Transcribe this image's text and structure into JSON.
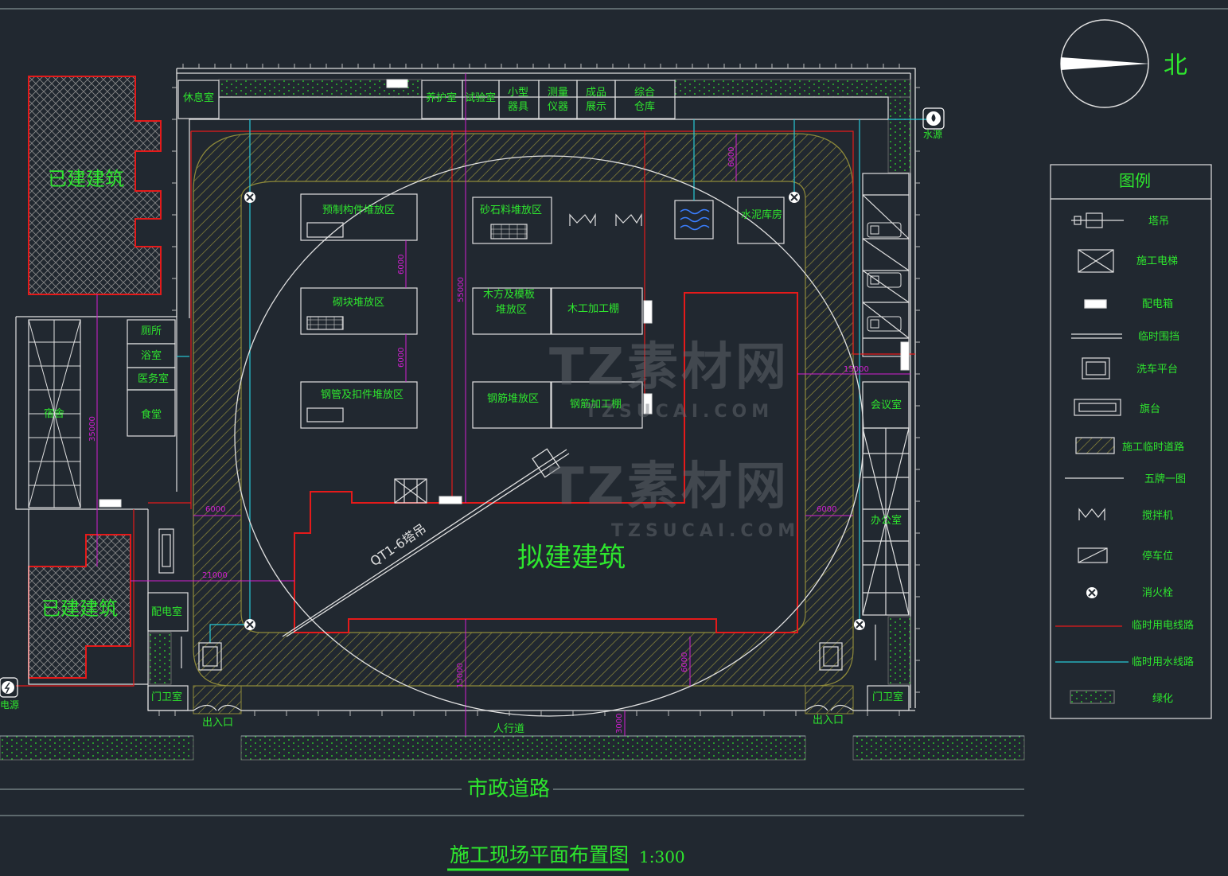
{
  "compass": {
    "north": "北"
  },
  "water_source": "水源",
  "power_source": "电源",
  "rooms": {
    "rest": "休息室",
    "curing": "养护室",
    "test": "试验室",
    "small_tools": [
      "小型",
      "器具"
    ],
    "survey": [
      "测量",
      "仪器"
    ],
    "products": [
      "成品",
      "展示"
    ],
    "warehouse": [
      "综合",
      "仓库"
    ],
    "toilet": "厕所",
    "bath": "浴室",
    "clinic": "医务室",
    "canteen": "食堂",
    "dorm": "宿舍",
    "power_room": "配电室",
    "guard_left": "门卫室",
    "guard_right": "门卫室",
    "meeting": "会议室",
    "office": "办公室"
  },
  "zones": {
    "precast": "预制构件堆放区",
    "aggregate": "砂石料堆放区",
    "cement": "水泥库房",
    "block": "砌块堆放区",
    "timber": [
      "木方及模板",
      "堆放区"
    ],
    "carpentry": "木工加工棚",
    "scaffold": "钢管及扣件堆放区",
    "rebar": "钢筋堆放区",
    "rebar_shed": "钢筋加工棚"
  },
  "existing_building": "已建建筑",
  "proposed_building": "拟建建筑",
  "crane_label": "QT1-6塔吊",
  "entrance": "出入口",
  "sidewalk": "人行道",
  "road": "市政道路",
  "dimensions": {
    "d6000": "6000",
    "d55000": "55000",
    "d35000": "35000",
    "d21000": "21000",
    "d15000": "15000",
    "d3000": "3000"
  },
  "title": "施工现场平面布置图",
  "scale": "1:300",
  "legend": {
    "title": "图例",
    "items": [
      "塔吊",
      "施工电梯",
      "配电箱",
      "临时围挡",
      "洗车平台",
      "旗台",
      "施工临时道路",
      "五牌一图",
      "搅拌机",
      "停车位",
      "消火栓",
      "临时用电线路",
      "临时用水线路",
      "绿化"
    ]
  },
  "watermark": {
    "logo": "TZ素材网",
    "url": "TZSUCAI.COM"
  },
  "colors": {
    "background": "#212830",
    "text_green": "#2ee62e",
    "wall": "#e0e0e0",
    "power_line": "#e51a1a",
    "water_line": "#27c9d6",
    "dimension": "#d21fd2",
    "road_hatch": "#8f8a3a"
  }
}
